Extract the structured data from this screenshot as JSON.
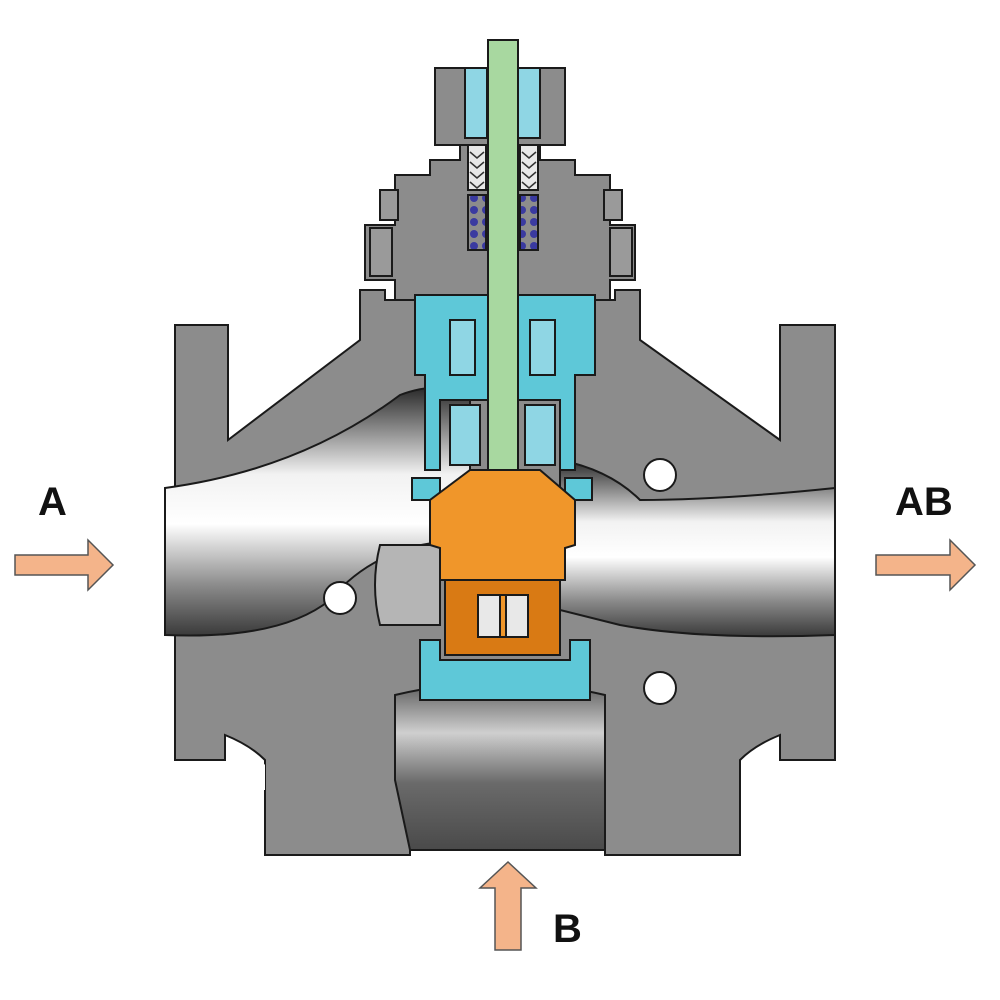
{
  "diagram": {
    "ports": {
      "a": {
        "label": "A",
        "flow": "inlet"
      },
      "b": {
        "label": "B",
        "flow": "inlet"
      },
      "ab": {
        "label": "AB",
        "flow": "outlet"
      }
    },
    "colors": {
      "body": "#8c8c8c",
      "body_dark": "#6e6e6e",
      "outline": "#1a1a1a",
      "stem": "#a8d8a0",
      "guide": "#5ec8d8",
      "plug": "#f0962a",
      "plug_dark": "#d97a14",
      "arrow": "#f4b48a",
      "spring": "#3a3aa0",
      "hole": "#ffffff"
    },
    "icons": [
      "arrow-right-icon",
      "arrow-up-icon"
    ]
  }
}
